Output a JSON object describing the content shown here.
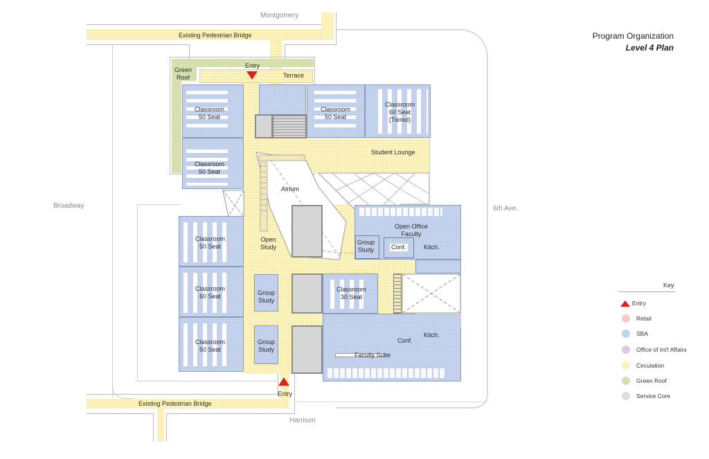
{
  "header": {
    "title": "Program Organization",
    "subtitle": "Level 4 Plan"
  },
  "streets": {
    "north": "Montgomery",
    "south": "Harrison",
    "west": "Broadway",
    "east": "6th Ave."
  },
  "bridges": {
    "north": "Existing Pedestrian Bridge",
    "south": "Existing Pedestrian Bridge"
  },
  "entries": {
    "north": "Entry",
    "south": "Entry"
  },
  "rooms": {
    "green_roof": "Green\nRoof",
    "terrace": "Terrace",
    "classroom_nw_top": [
      "Classroom",
      "50 Seat"
    ],
    "classroom_nw_bottom": [
      "Classroom",
      "50 Seat"
    ],
    "classroom_n_center": [
      "Classroom",
      "50 Seat"
    ],
    "classroom_ne_tiered": [
      "Classroom",
      "60 Seat",
      "(Tiered)"
    ],
    "student_lounge": "Student Lounge",
    "atrium": "Atrium",
    "classroom_w_1": [
      "Classroom",
      "50 Seat"
    ],
    "classroom_w_2": [
      "Classroom",
      "60 Seat"
    ],
    "classroom_w_3": [
      "Classroom",
      "50 Seat"
    ],
    "open_study": [
      "Open",
      "Study"
    ],
    "group_study_1": [
      "Group",
      "Study"
    ],
    "group_study_2": [
      "Group",
      "Study"
    ],
    "classroom_30": [
      "Classroom",
      "30 Seat"
    ],
    "open_office_faculty": [
      "Open Office",
      "Faculty"
    ],
    "group_study_faculty": [
      "Group",
      "Study"
    ],
    "conf_1": "Conf.",
    "kitch_1": "Kitch.",
    "conf_2": "Conf.",
    "kitch_2": "Kitch.",
    "faculty_suite": "Faculty Suite"
  },
  "legend": {
    "title": "Key",
    "items": [
      {
        "label": "Entry",
        "icon": "entry-triangle-icon",
        "color": "#e0201e"
      },
      {
        "label": "Retail",
        "color": "#f6c9cc"
      },
      {
        "label": "SBA",
        "color": "#c3d1ec"
      },
      {
        "label": "Office of Int'l Affairs",
        "color": "#dccbe6"
      },
      {
        "label": "Circulation",
        "color": "#fbf3c0"
      },
      {
        "label": "Green Roof",
        "color": "#d4e0ad"
      },
      {
        "label": "Service Core",
        "color": "#dedede"
      }
    ]
  },
  "colors": {
    "sba": "#c3d1ec",
    "circulation": "#fbf3c0",
    "green_roof": "#d9e3b4",
    "service_core": "#d6d6d6",
    "entry": "#e0201e"
  }
}
